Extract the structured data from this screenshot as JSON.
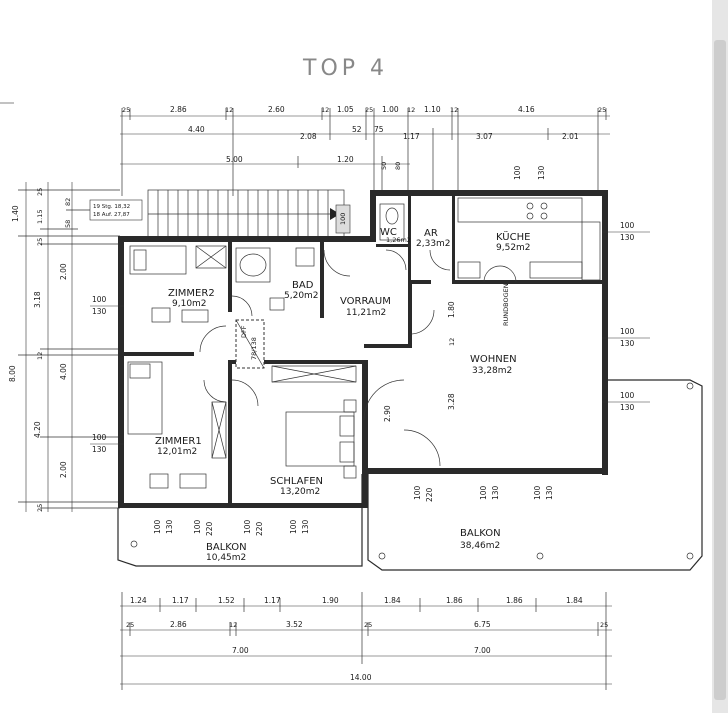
{
  "title": "TOP 4",
  "rooms": {
    "zimmer2": {
      "name": "ZIMMER2",
      "area": "9,10m2"
    },
    "bad": {
      "name": "BAD",
      "area": "5,20m2"
    },
    "wc": {
      "name": "WC",
      "area": "1,26m2"
    },
    "ar": {
      "name": "AR",
      "area": "2,33m2"
    },
    "kueche": {
      "name": "KÜCHE",
      "area": "9,52m2"
    },
    "vorraum": {
      "name": "VORRAUM",
      "area": "11,21m2"
    },
    "wohnen": {
      "name": "WOHNEN",
      "area": "33,28m2"
    },
    "zimmer1": {
      "name": "ZIMMER1",
      "area": "12,01m2"
    },
    "schlafen": {
      "name": "SCHLAFEN",
      "area": "13,20m2"
    },
    "balkon_small": {
      "name": "BALKON",
      "area": "10,45m2"
    },
    "balkon_large": {
      "name": "BALKON",
      "area": "38,46m2"
    }
  },
  "labels": {
    "rundbogen": "RUNDBOGEN",
    "stair_note_1": "19 Stg. 18,32",
    "stair_note_2": "18 Auf. 27,87",
    "shaft": "DFF",
    "shaft_size": "78/138",
    "stair_arrow": "100"
  },
  "top_dims": {
    "row1": [
      "25",
      "2.86",
      "12",
      "2.60",
      "12",
      "1.05",
      "25",
      "1.00",
      "12",
      "1.10",
      "12",
      "4.16",
      "25"
    ],
    "row2": [
      "4.40",
      "2.08",
      "52",
      "75",
      "1.17",
      "3.07",
      "2.01"
    ],
    "row3": [
      "5.00",
      "1.20",
      "50",
      "80"
    ]
  },
  "left_dims": {
    "col1": [
      "1.40",
      "3.18",
      "8.00",
      "4.20"
    ],
    "col2": [
      "25",
      "1.15",
      "25",
      "2.00",
      "12",
      "4.00",
      "2.00",
      "25"
    ],
    "col3": [
      "82",
      "58"
    ]
  },
  "window_dims": {
    "left": [
      [
        "100",
        "130"
      ],
      [
        "100",
        "130"
      ]
    ],
    "right": [
      [
        "100",
        "130"
      ],
      [
        "100",
        "130"
      ],
      [
        "100",
        "130"
      ]
    ],
    "inner": [
      [
        "100",
        "220"
      ],
      [
        "100",
        "130"
      ],
      [
        "100",
        "130"
      ],
      [
        "100",
        "130"
      ]
    ],
    "balkon_small": [
      [
        "100",
        "130"
      ],
      [
        "100",
        "220"
      ],
      [
        "100",
        "220"
      ],
      [
        "100",
        "130"
      ]
    ],
    "vertical": [
      "1.80",
      "12",
      "2.90",
      "3.28"
    ]
  },
  "bottom_dims": {
    "row1": [
      "1.24",
      "1.17",
      "1.52",
      "1.17",
      "1.90",
      "1.84",
      "1.86",
      "1.86",
      "1.84"
    ],
    "row2": [
      "25",
      "2.86",
      "12",
      "3.52",
      "25",
      "6.75",
      "25"
    ],
    "row3": [
      "7.00",
      "7.00"
    ],
    "row4": [
      "14.00"
    ]
  }
}
